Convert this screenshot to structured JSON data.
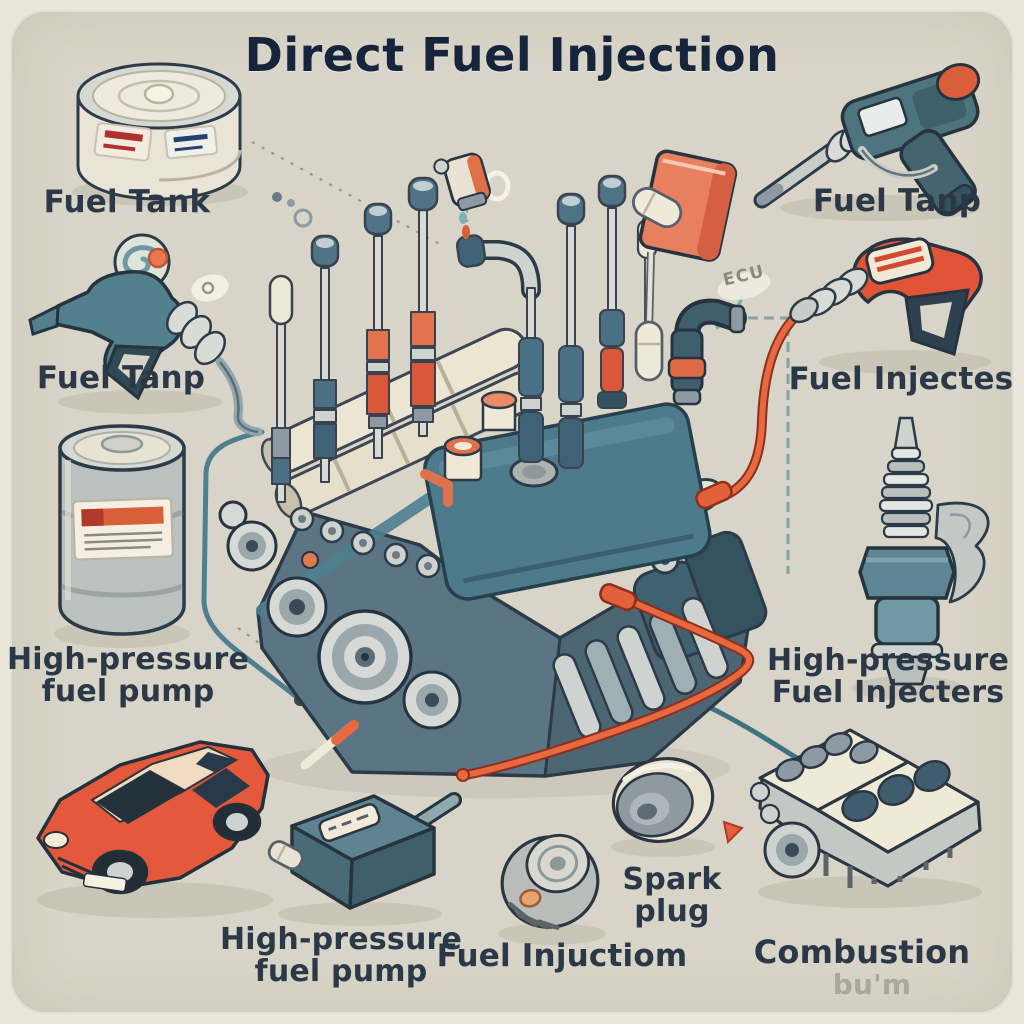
{
  "title": "Direct Fuel Injection",
  "labels": {
    "fuel_tank": "Fuel Tank",
    "fuel_tanp_top_right": "Fuel Tanp",
    "fuel_tanp_left": "Fuel Tanp",
    "fuel_injectes": "Fuel Injectes",
    "hp_left_line1": "High-pressure",
    "hp_left_line2": "fuel pump",
    "hp_right_line1": "High-pressure",
    "hp_right_line2": "Fuel Injecters",
    "hp_bottom_line1": "High-pressure",
    "hp_bottom_line2": "fuel pump",
    "fuel_injuctiom": "Fuel Injuctiom",
    "spark_line1": "Spark",
    "spark_line2": "plug",
    "combustion": "Combustion",
    "combustion_ghost": "bu'm",
    "ecu": "ECU"
  },
  "icons": [
    "fuel-can-icon",
    "drill-tool-icon",
    "fuel-nozzle-teal-icon",
    "fuel-nozzle-red-icon",
    "fuel-drum-icon",
    "spark-plug-injector-icon",
    "car-icon",
    "fuel-pump-box-icon",
    "filter-drum-icon",
    "pulley-disc-icon",
    "engine-block-icon",
    "relay-box-icon",
    "main-engine-icon",
    "ecu-tag"
  ],
  "colors": {
    "outer_bg": "#eae6da",
    "panel_bg": "#d8d4c7",
    "title_ink": "#16243c",
    "label_ink": "#2a3848",
    "teal": "#4e7f8e",
    "dark_teal": "#35525f",
    "slate_blue": "#56707e",
    "orange": "#e2603c",
    "salmon": "#e98a66",
    "cream": "#efe8d6",
    "metal": "#c9cdca",
    "outline": "#2b3b48"
  }
}
